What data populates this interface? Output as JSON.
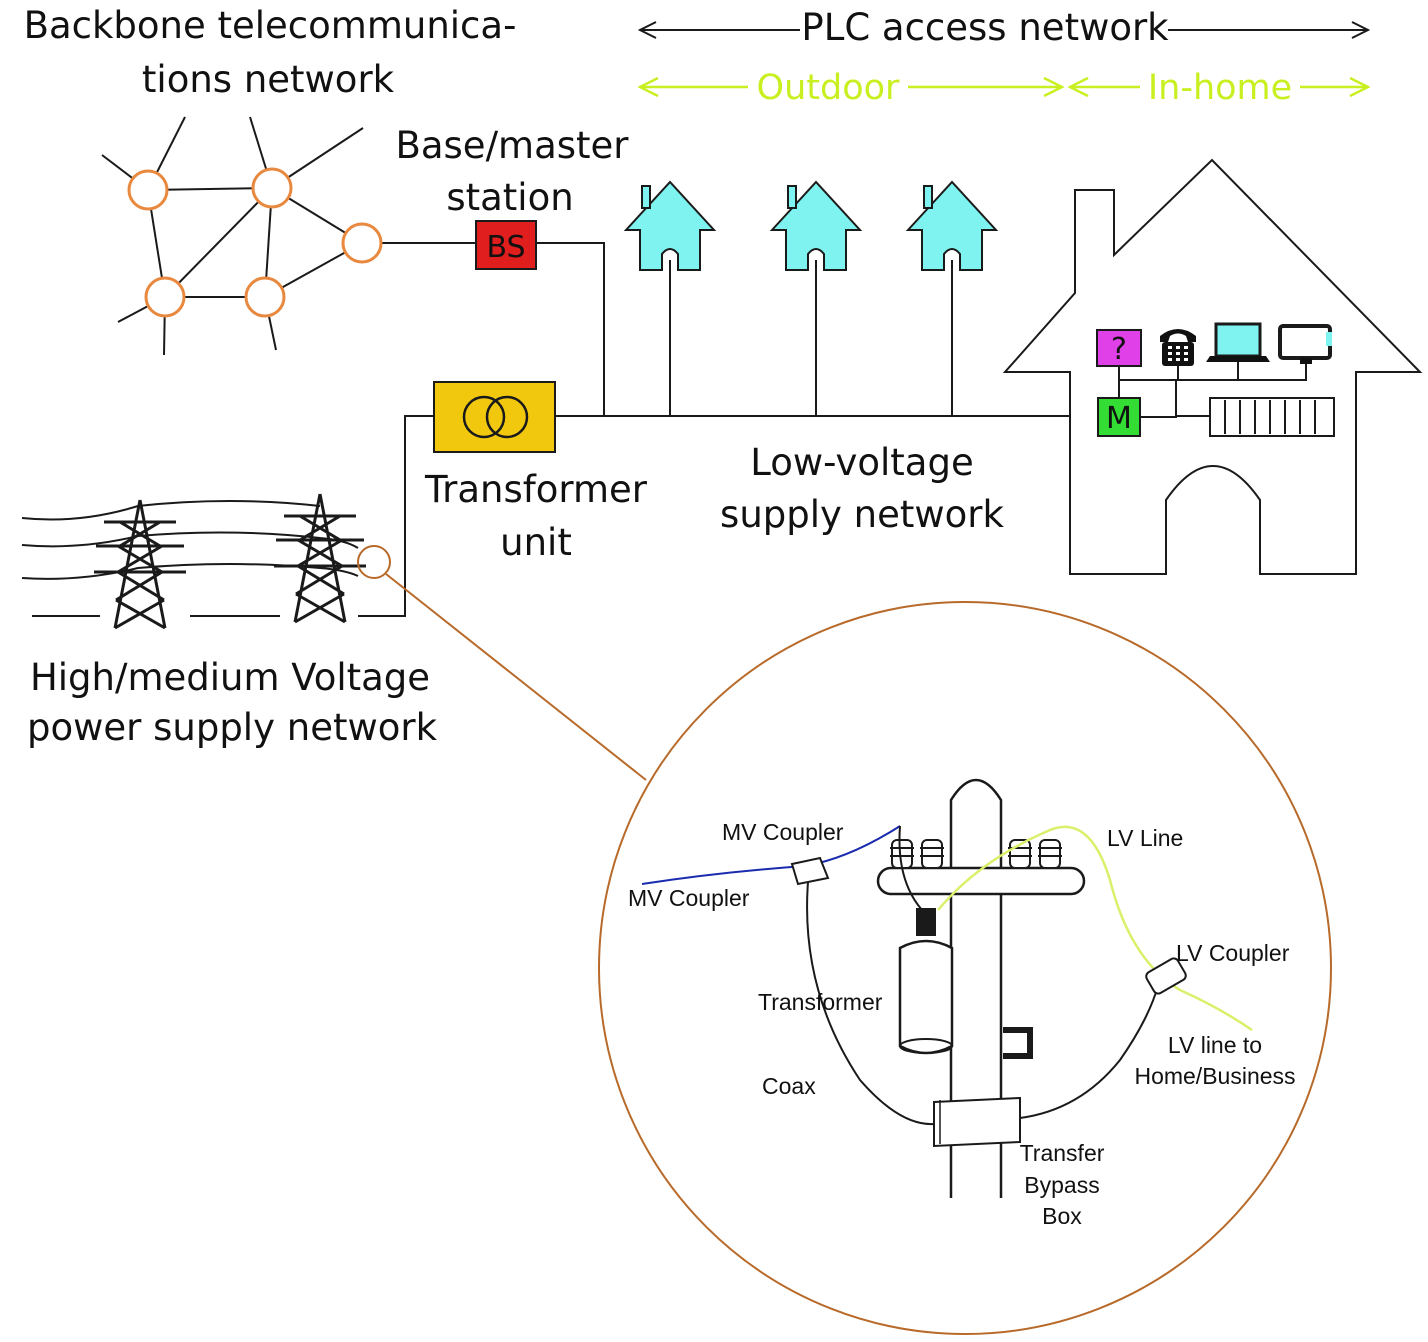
{
  "labels": {
    "backbone_line1": "Backbone telecommunica-",
    "backbone_line2": "tions network",
    "plc_access": "PLC access network",
    "outdoor": "Outdoor",
    "in_home": "In-home",
    "base_line1": "Base/master",
    "base_line2": "station",
    "bs": "BS",
    "transformer_line1": "Transformer",
    "transformer_line2": "unit",
    "lv_line1": "Low-voltage",
    "lv_line2": "supply network",
    "hv_line1": "High/medium Voltage",
    "hv_line2": "power supply network",
    "modem": "M",
    "unknown_device": "?"
  },
  "detail": {
    "mv_coupler_top": "MV Coupler",
    "mv_coupler_left": "MV Coupler",
    "lv_line": "LV Line",
    "lv_coupler": "LV Coupler",
    "transformer": "Transformer",
    "coax": "Coax",
    "lv_home_line1": "LV line to",
    "lv_home_line2": "Home/Business",
    "bypass_line1": "Transfer",
    "bypass_line2": "Bypass",
    "bypass_line3": "Box"
  },
  "colors": {
    "node_ring": "#e8893f",
    "bs_box": "#e01e1e",
    "transformer_box": "#f2c80f",
    "house_fill": "#7ff3f0",
    "modem_box": "#33dd33",
    "unknown_box": "#e040e8",
    "outdoor_inhome": "#c8f020",
    "mv_cable": "#1a2bb0",
    "lv_cable": "#d9f06a"
  },
  "icons": [
    "network-node-icon",
    "house-icon",
    "power-pylon-icon",
    "transformer-coils-icon",
    "telephone-icon",
    "laptop-icon",
    "monitor-icon",
    "outlet-strip-icon",
    "utility-pole-icon"
  ]
}
